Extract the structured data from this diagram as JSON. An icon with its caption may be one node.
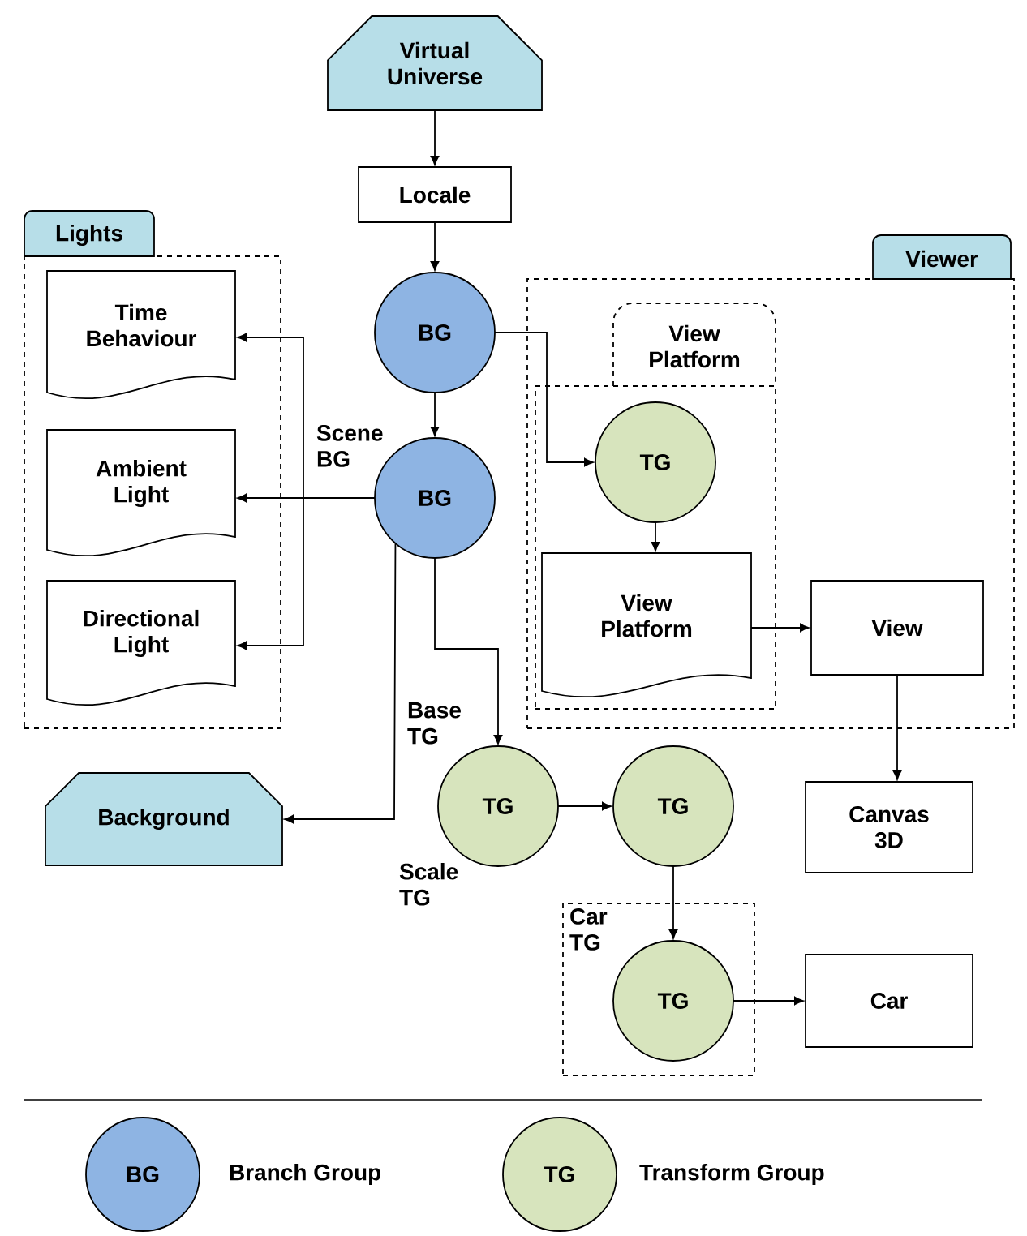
{
  "diagram": {
    "nodes": [
      {
        "text": [
          "Virtual Universe"
        ]
      },
      {
        "text": [
          "Locale"
        ]
      },
      {
        "text": [
          "BG"
        ]
      },
      {
        "text": [
          "BG"
        ],
        "beside": [
          "Scene BG"
        ]
      },
      {
        "text": [
          "Lights"
        ]
      },
      {
        "text": [
          "Time Behaviour"
        ],
        "in": 4
      },
      {
        "text": [
          "Ambient Light"
        ],
        "in": 4
      },
      {
        "text": [
          "Directional Light"
        ],
        "in": 4
      },
      {
        "text": [
          "Viewer"
        ]
      },
      {
        "text": [
          "View Platform"
        ],
        "in": 8
      },
      {
        "text": [
          "TG"
        ],
        "in": 9
      },
      {
        "text": [
          "View Platform"
        ],
        "in": 9
      },
      {
        "text": [
          "View"
        ],
        "in": 8
      },
      {
        "text": [
          "Canvas 3D"
        ]
      },
      {
        "text": [
          "Background"
        ]
      },
      {
        "text": [
          "TG"
        ],
        "beside": [
          "Base TG",
          "Scale TG"
        ]
      },
      {
        "text": [
          "TG"
        ]
      },
      {
        "text": [
          "Car TG"
        ]
      },
      {
        "text": [
          "TG"
        ],
        "in": 17
      },
      {
        "text": [
          "Car"
        ]
      }
    ],
    "edges": [
      {
        "from": 0,
        "to": 1,
        "arrow": "to"
      },
      {
        "from": 1,
        "to": 2,
        "arrow": "to"
      },
      {
        "from": 2,
        "to": 3,
        "arrow": "to"
      },
      {
        "from": 2,
        "to": 10,
        "arrow": "to"
      },
      {
        "from": 3,
        "to": 5,
        "arrow": "to"
      },
      {
        "from": 3,
        "to": 6,
        "arrow": "to"
      },
      {
        "from": 3,
        "to": 7,
        "arrow": "to"
      },
      {
        "from": 3,
        "to": 15,
        "arrow": "to"
      },
      {
        "from": 3,
        "to": 14,
        "arrow": "to"
      },
      {
        "from": 10,
        "to": 11,
        "arrow": "to"
      },
      {
        "from": 11,
        "to": 12,
        "arrow": "to"
      },
      {
        "from": 12,
        "to": 13,
        "arrow": "to"
      },
      {
        "from": 15,
        "to": 16,
        "arrow": "to"
      },
      {
        "from": 16,
        "to": 18,
        "arrow": "to"
      },
      {
        "from": 18,
        "to": 19,
        "arrow": "to"
      }
    ],
    "labels": [
      "BG",
      "TG"
    ],
    "legend": [
      {
        "text": "Branch Group",
        "color": "#8eb4e3"
      },
      {
        "text": "Transform Group",
        "color": "#d7e4bd"
      }
    ]
  }
}
